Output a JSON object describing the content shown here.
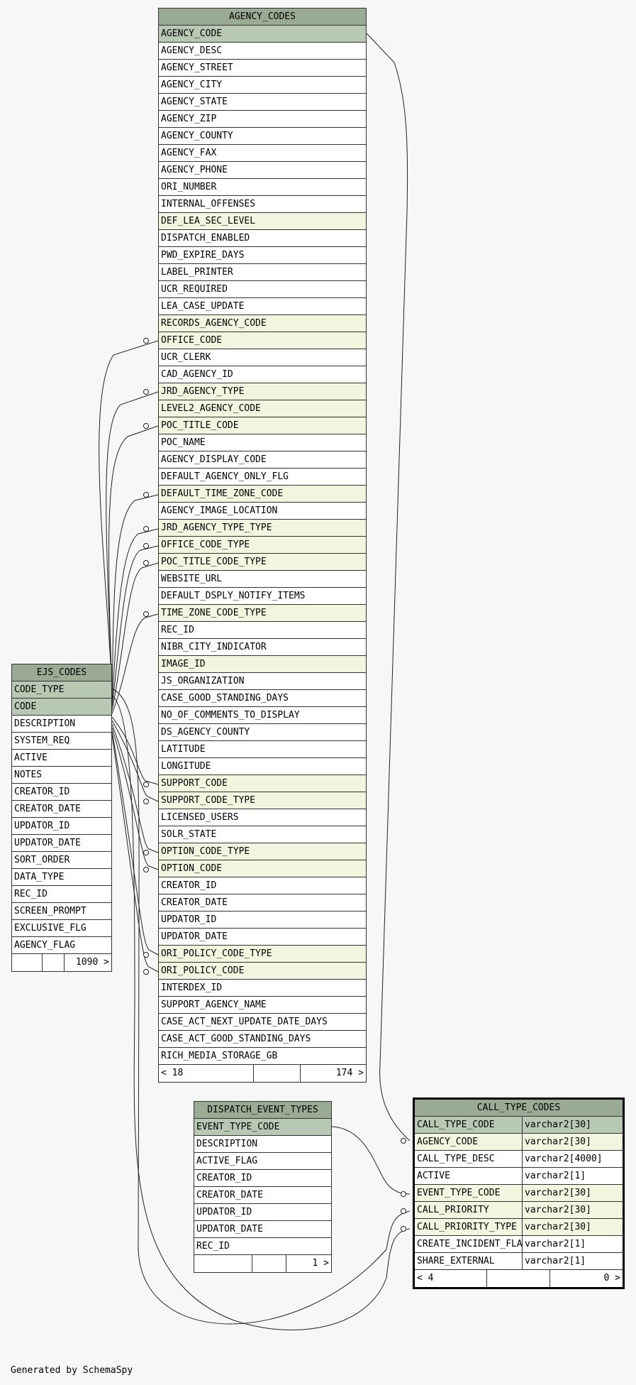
{
  "agency_codes": {
    "title": "AGENCY_CODES",
    "columns": [
      {
        "name": "AGENCY_CODE",
        "kind": "pk"
      },
      {
        "name": "AGENCY_DESC",
        "kind": ""
      },
      {
        "name": "AGENCY_STREET",
        "kind": ""
      },
      {
        "name": "AGENCY_CITY",
        "kind": ""
      },
      {
        "name": "AGENCY_STATE",
        "kind": ""
      },
      {
        "name": "AGENCY_ZIP",
        "kind": ""
      },
      {
        "name": "AGENCY_COUNTY",
        "kind": ""
      },
      {
        "name": "AGENCY_FAX",
        "kind": ""
      },
      {
        "name": "AGENCY_PHONE",
        "kind": ""
      },
      {
        "name": "ORI_NUMBER",
        "kind": ""
      },
      {
        "name": "INTERNAL_OFFENSES",
        "kind": ""
      },
      {
        "name": "DEF_LEA_SEC_LEVEL",
        "kind": "fk"
      },
      {
        "name": "DISPATCH_ENABLED",
        "kind": ""
      },
      {
        "name": "PWD_EXPIRE_DAYS",
        "kind": ""
      },
      {
        "name": "LABEL_PRINTER",
        "kind": ""
      },
      {
        "name": "UCR_REQUIRED",
        "kind": ""
      },
      {
        "name": "LEA_CASE_UPDATE",
        "kind": ""
      },
      {
        "name": "RECORDS_AGENCY_CODE",
        "kind": "fk"
      },
      {
        "name": "OFFICE_CODE",
        "kind": "fk"
      },
      {
        "name": "UCR_CLERK",
        "kind": ""
      },
      {
        "name": "CAD_AGENCY_ID",
        "kind": ""
      },
      {
        "name": "JRD_AGENCY_TYPE",
        "kind": "fk"
      },
      {
        "name": "LEVEL2_AGENCY_CODE",
        "kind": "fk"
      },
      {
        "name": "POC_TITLE_CODE",
        "kind": "fk"
      },
      {
        "name": "POC_NAME",
        "kind": ""
      },
      {
        "name": "AGENCY_DISPLAY_CODE",
        "kind": ""
      },
      {
        "name": "DEFAULT_AGENCY_ONLY_FLG",
        "kind": ""
      },
      {
        "name": "DEFAULT_TIME_ZONE_CODE",
        "kind": "fk"
      },
      {
        "name": "AGENCY_IMAGE_LOCATION",
        "kind": ""
      },
      {
        "name": "JRD_AGENCY_TYPE_TYPE",
        "kind": "fk"
      },
      {
        "name": "OFFICE_CODE_TYPE",
        "kind": "fk"
      },
      {
        "name": "POC_TITLE_CODE_TYPE",
        "kind": "fk"
      },
      {
        "name": "WEBSITE_URL",
        "kind": ""
      },
      {
        "name": "DEFAULT_DSPLY_NOTIFY_ITEMS",
        "kind": ""
      },
      {
        "name": "TIME_ZONE_CODE_TYPE",
        "kind": "fk"
      },
      {
        "name": "REC_ID",
        "kind": ""
      },
      {
        "name": "NIBR_CITY_INDICATOR",
        "kind": ""
      },
      {
        "name": "IMAGE_ID",
        "kind": "fk"
      },
      {
        "name": "JS_ORGANIZATION",
        "kind": ""
      },
      {
        "name": "CASE_GOOD_STANDING_DAYS",
        "kind": ""
      },
      {
        "name": "NO_OF_COMMENTS_TO_DISPLAY",
        "kind": ""
      },
      {
        "name": "DS_AGENCY_COUNTY",
        "kind": ""
      },
      {
        "name": "LATITUDE",
        "kind": ""
      },
      {
        "name": "LONGITUDE",
        "kind": ""
      },
      {
        "name": "SUPPORT_CODE",
        "kind": "fk"
      },
      {
        "name": "SUPPORT_CODE_TYPE",
        "kind": "fk"
      },
      {
        "name": "LICENSED_USERS",
        "kind": ""
      },
      {
        "name": "SOLR_STATE",
        "kind": ""
      },
      {
        "name": "OPTION_CODE_TYPE",
        "kind": "fk"
      },
      {
        "name": "OPTION_CODE",
        "kind": "fk"
      },
      {
        "name": "CREATOR_ID",
        "kind": ""
      },
      {
        "name": "CREATOR_DATE",
        "kind": ""
      },
      {
        "name": "UPDATOR_ID",
        "kind": ""
      },
      {
        "name": "UPDATOR_DATE",
        "kind": ""
      },
      {
        "name": "ORI_POLICY_CODE_TYPE",
        "kind": "fk"
      },
      {
        "name": "ORI_POLICY_CODE",
        "kind": "fk"
      },
      {
        "name": "INTERDEX_ID",
        "kind": ""
      },
      {
        "name": "SUPPORT_AGENCY_NAME",
        "kind": ""
      },
      {
        "name": "CASE_ACT_NEXT_UPDATE_DATE_DAYS",
        "kind": ""
      },
      {
        "name": "CASE_ACT_GOOD_STANDING_DAYS",
        "kind": ""
      },
      {
        "name": "RICH_MEDIA_STORAGE_GB",
        "kind": ""
      }
    ],
    "footer": {
      "left": "< 18",
      "right": "174 >"
    }
  },
  "ejs_codes": {
    "title": "EJS_CODES",
    "columns": [
      {
        "name": "CODE_TYPE",
        "kind": "pk"
      },
      {
        "name": "CODE",
        "kind": "pk"
      },
      {
        "name": "DESCRIPTION",
        "kind": ""
      },
      {
        "name": "SYSTEM_REQ",
        "kind": ""
      },
      {
        "name": "ACTIVE",
        "kind": ""
      },
      {
        "name": "NOTES",
        "kind": ""
      },
      {
        "name": "CREATOR_ID",
        "kind": ""
      },
      {
        "name": "CREATOR_DATE",
        "kind": ""
      },
      {
        "name": "UPDATOR_ID",
        "kind": ""
      },
      {
        "name": "UPDATOR_DATE",
        "kind": ""
      },
      {
        "name": "SORT_ORDER",
        "kind": ""
      },
      {
        "name": "DATA_TYPE",
        "kind": ""
      },
      {
        "name": "REC_ID",
        "kind": ""
      },
      {
        "name": "SCREEN_PROMPT",
        "kind": ""
      },
      {
        "name": "EXCLUSIVE_FLG",
        "kind": ""
      },
      {
        "name": "AGENCY_FLAG",
        "kind": ""
      }
    ],
    "footer": {
      "left": "",
      "right": "1090 >"
    }
  },
  "dispatch_event_types": {
    "title": "DISPATCH_EVENT_TYPES",
    "columns": [
      {
        "name": "EVENT_TYPE_CODE",
        "kind": "pk"
      },
      {
        "name": "DESCRIPTION",
        "kind": ""
      },
      {
        "name": "ACTIVE_FLAG",
        "kind": ""
      },
      {
        "name": "CREATOR_ID",
        "kind": ""
      },
      {
        "name": "CREATOR_DATE",
        "kind": ""
      },
      {
        "name": "UPDATOR_ID",
        "kind": ""
      },
      {
        "name": "UPDATOR_DATE",
        "kind": ""
      },
      {
        "name": "REC_ID",
        "kind": ""
      }
    ],
    "footer": {
      "left": "",
      "right": "1 >"
    }
  },
  "call_type_codes": {
    "title": "CALL_TYPE_CODES",
    "columns": [
      {
        "name": "CALL_TYPE_CODE",
        "type": "varchar2[30]",
        "kind": "pk"
      },
      {
        "name": "AGENCY_CODE",
        "type": "varchar2[30]",
        "kind": "fk"
      },
      {
        "name": "CALL_TYPE_DESC",
        "type": "varchar2[4000]",
        "kind": ""
      },
      {
        "name": "ACTIVE",
        "type": "varchar2[1]",
        "kind": ""
      },
      {
        "name": "EVENT_TYPE_CODE",
        "type": "varchar2[30]",
        "kind": "fk"
      },
      {
        "name": "CALL_PRIORITY",
        "type": "varchar2[30]",
        "kind": "fk"
      },
      {
        "name": "CALL_PRIORITY_TYPE",
        "type": "varchar2[30]",
        "kind": "fk"
      },
      {
        "name": "CREATE_INCIDENT_FLAG",
        "type": "varchar2[1]",
        "kind": ""
      },
      {
        "name": "SHARE_EXTERNAL",
        "type": "varchar2[1]",
        "kind": ""
      }
    ],
    "footer": {
      "left": "< 4",
      "right": "0 >"
    }
  },
  "generated_by": "Generated by SchemaSpy",
  "colors": {
    "pk": "#b8c9b3",
    "fk": "#f3f6df",
    "header": "#9aab94",
    "background": "#f7f7f7"
  }
}
